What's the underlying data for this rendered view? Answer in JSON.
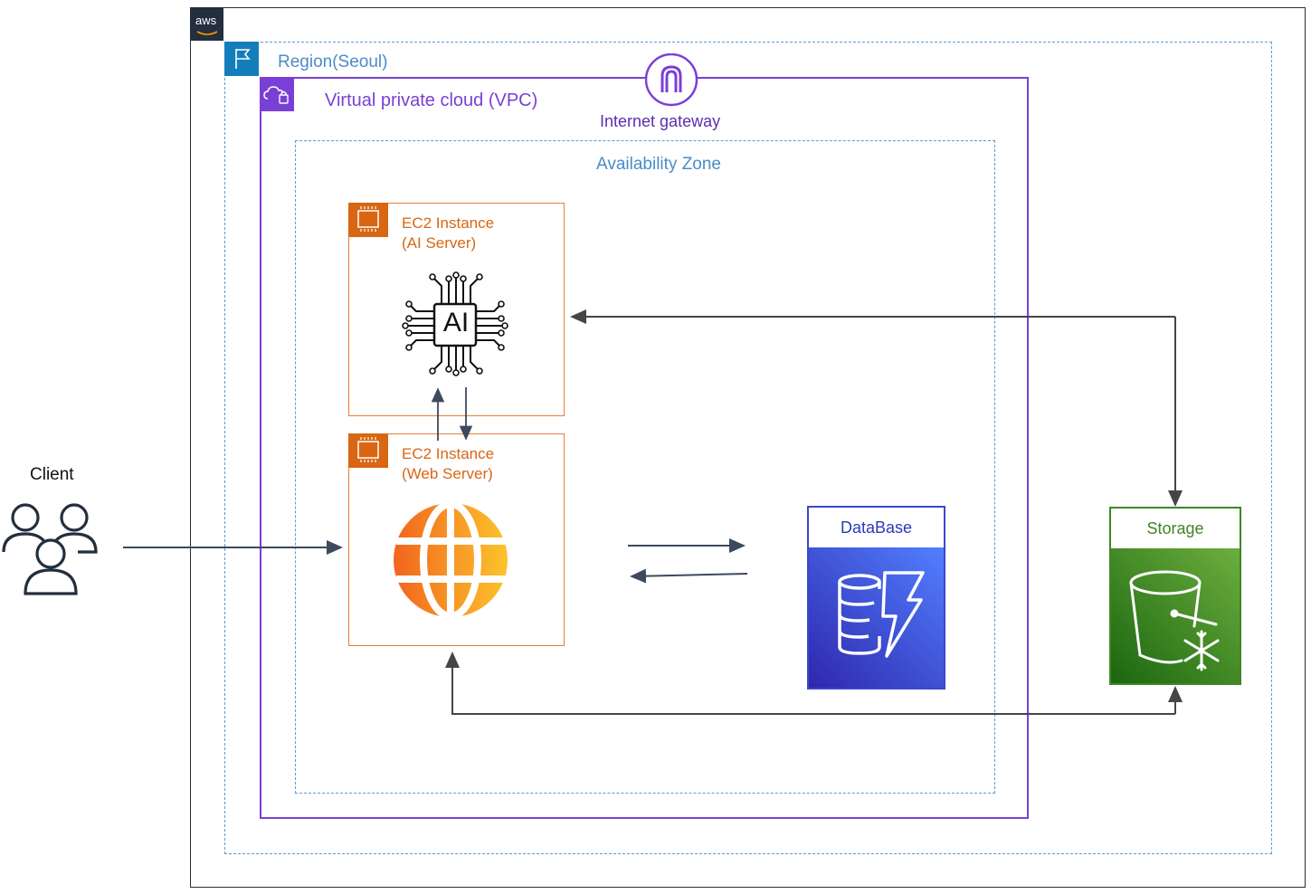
{
  "aws_logo": "aws",
  "region": {
    "label": "Region(Seoul)"
  },
  "vpc": {
    "label": "Virtual private cloud (VPC)"
  },
  "internet_gateway": {
    "label": "Internet gateway"
  },
  "availability_zone": {
    "label": "Availability Zone"
  },
  "ec2_ai": {
    "line1": "EC2 Instance",
    "line2": "(AI Server)",
    "chip_text": "AI"
  },
  "ec2_web": {
    "line1": "EC2 Instance",
    "line2": "(Web Server)"
  },
  "database": {
    "label": "DataBase"
  },
  "storage": {
    "label": "Storage"
  },
  "client": {
    "label": "Client"
  },
  "colors": {
    "aws_dark": "#232f3e",
    "region_blue": "#147eba",
    "vpc_purple": "#7a3fd6",
    "ec2_orange": "#d86613",
    "database_blue": "#3b48cc",
    "storage_green": "#3f8624",
    "arrow": "#4a5568"
  }
}
